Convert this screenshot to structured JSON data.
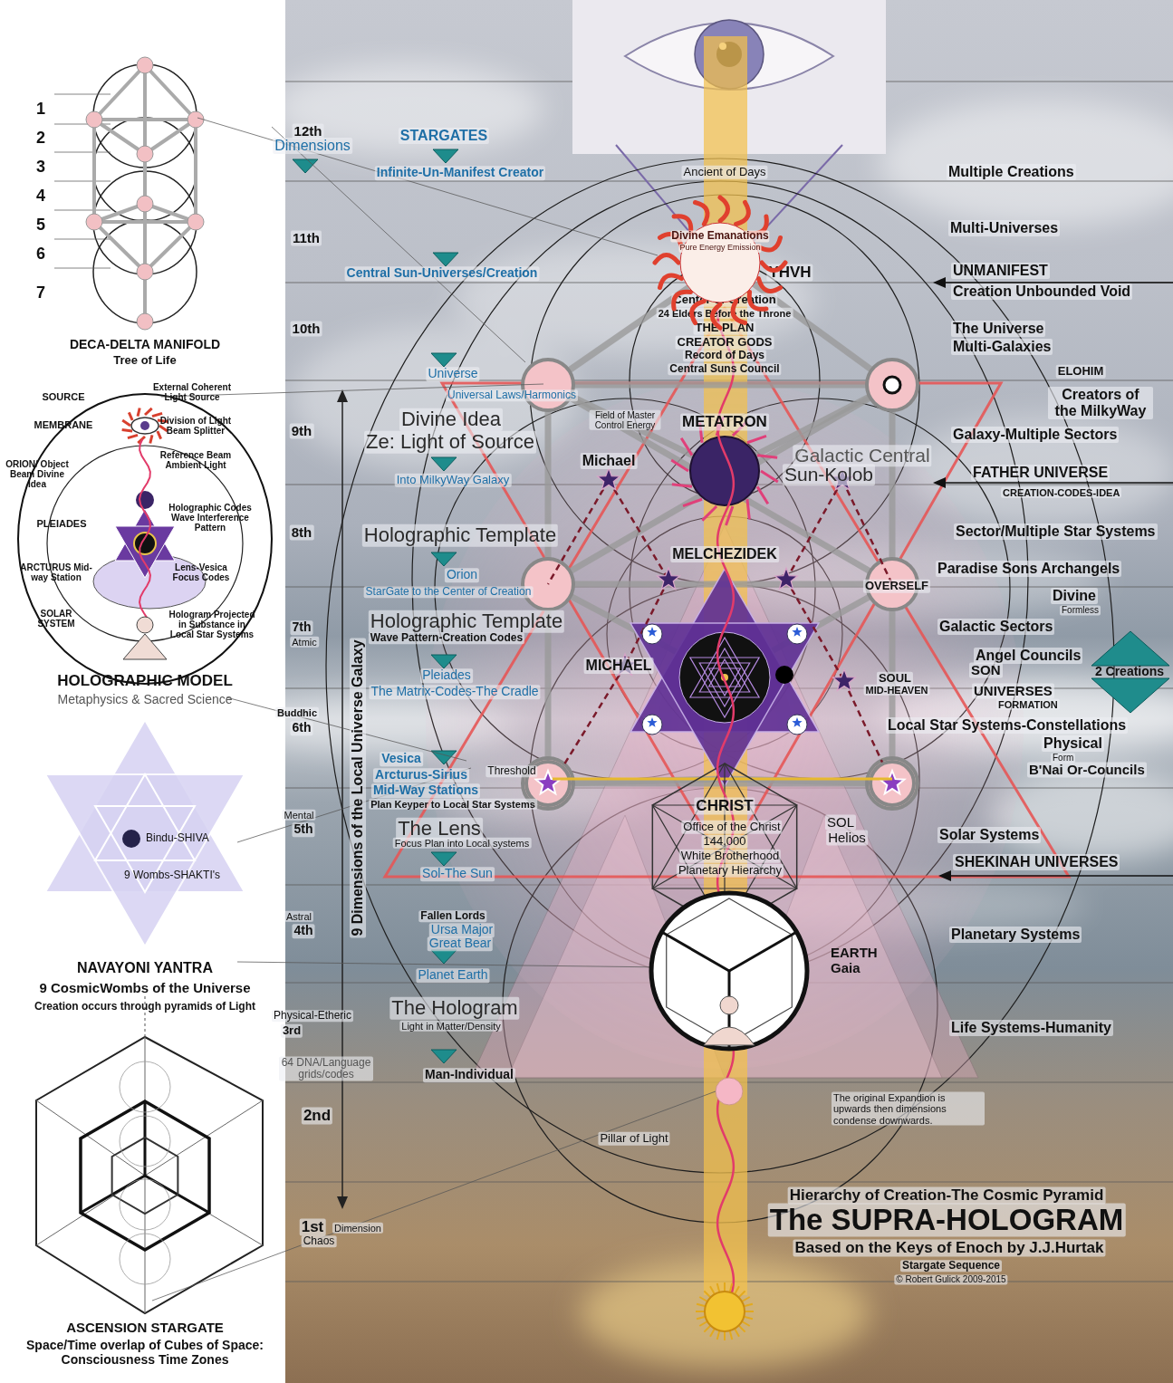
{
  "diagram": {
    "title": "The SUPRA-HOLOGRAM",
    "caption": "Based on the Keys of Enoch by J.J.Hurtak",
    "nodes": [
      {
        "text": [
          "Divine Emanations",
          "Pure Energy Emission"
        ]
      },
      {
        "text": [
          "2 Creations"
        ]
      },
      {
        "text": [
          "Bindu-SHIVA",
          "9 Wombs-SHAKTI's"
        ]
      },
      {
        "text": [
          "EARTH Gaia"
        ]
      }
    ],
    "labels": [
      "1",
      "2",
      "3",
      "4",
      "5",
      "6",
      "7",
      "DECA-DELTA MANIFOLD",
      "Tree of Life",
      "SOURCE",
      "External Coherent Light Source",
      "MEMBRANE",
      "Division of Light Beam Splitter",
      "ORION/ Object Beam Divine Idea",
      "Reference Beam Ambient Light",
      "PLEIADES",
      "Holographic Codes Wave Interference Pattern",
      "ARCTURUS Mid-way Station",
      "Lens-Vesica Focus Codes",
      "SOLAR SYSTEM",
      "Hologram Projected in Substance in Local Star Systems",
      "HOLOGRAPHIC MODEL",
      "Metaphysics & Sacred Science",
      "NAVAYONI YANTRA",
      "9 CosmicWombs of the Universe",
      "Creation occurs through pyramids of Light",
      "ASCENSION STARGATE",
      "Space/Time overlap of Cubes of Space: Consciousness Time Zones",
      "12th",
      "Dimensions",
      "STARGATES",
      "Infinite-Un-Manifest Creator",
      "11th",
      "Central Sun-Universes/Creation",
      "10th",
      "Universe",
      "Universal Laws/Harmonics",
      "9th",
      "Divine Idea",
      "Ze: Light of Source",
      "Into MilkyWay Galaxy",
      "8th",
      "Holographic Template",
      "Orion",
      "StarGate to the Center of Creation",
      "7th",
      "Atmic",
      "Holographic Template",
      "Wave Pattern-Creation Codes",
      "Pleiades",
      "The Matrix-Codes-The Cradle",
      "Buddhic",
      "6th",
      "Vesica",
      "Arcturus-Sirius",
      "Mid-Way Stations",
      "Plan Keyper to Local Star Systems",
      "Threshold",
      "Mental",
      "5th",
      "The Lens",
      "Focus Plan into Local systems",
      "Sol-The Sun",
      "Astral",
      "4th",
      "Fallen Lords",
      "Ursa Major",
      "Great Bear",
      "Planet Earth",
      "Physical-Etheric",
      "3rd",
      "The Hologram",
      "Light in Matter/Density",
      "64 DNA/Language grids/codes",
      "Man-Individual",
      "2nd",
      "1st",
      "Dimension",
      "Chaos",
      "9 Dimensions of the Local Universe Galaxy",
      "Ancient of Days",
      "SOURCE",
      "YHVH",
      "Center of Creation",
      "24 Elders Before the Throne",
      "THE PLAN",
      "CREATOR GODS",
      "Record of Days",
      "Central Suns Council",
      "Field of Master Control Energy",
      "METATRON",
      "Michael",
      "Galactic Central",
      "Sun-Kolob",
      "MELCHEZIDEK",
      "OVERSELF",
      "MICHAEL",
      "SOUL",
      "MID-HEAVEN",
      "CHRIST",
      "Office of the Christ",
      "144,000",
      "White Brotherhood",
      "Planetary Hierarchy",
      "SOL",
      "Helios",
      "Pillar of Light",
      "The original Expandion is upwards then dimensions condense downwards.",
      "Hierarchy of Creation-The Cosmic Pyramid",
      "Stargate Sequence",
      "© Robert Gulick 2009-2015",
      "Multiple Creations",
      "Multi-Universes",
      "UNMANIFEST",
      "Creation Unbounded Void",
      "The Universe",
      "Multi-Galaxies",
      "ELOHIM",
      "Creators of the MilkyWay",
      "Galaxy-Multiple Sectors",
      "FATHER UNIVERSE",
      "CREATION-CODES-IDEA",
      "Sector/Multiple Star Systems",
      "Paradise Sons Archangels",
      "Divine",
      "Formless",
      "Galactic Sectors",
      "Angel Councils",
      "SON",
      "UNIVERSES",
      "FORMATION",
      "Local Star Systems-Constellations",
      "Physical",
      "Form",
      "B'Nai Or-Councils",
      "Solar Systems",
      "SHEKINAH UNIVERSES",
      "Planetary Systems",
      "Life Systems-Humanity"
    ]
  }
}
